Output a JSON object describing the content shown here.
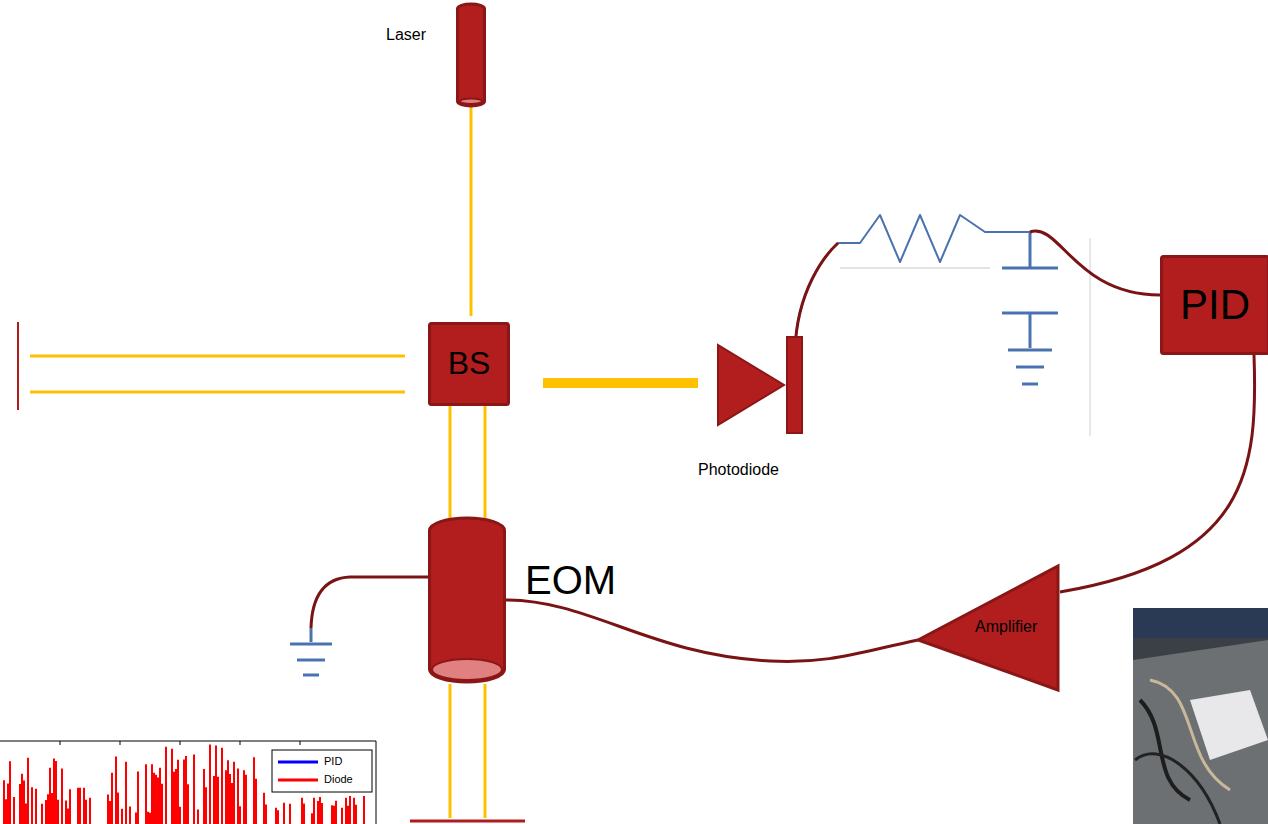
{
  "diagram": {
    "nodes": [
      {
        "text": [
          "Laser"
        ]
      },
      {
        "text": [
          "BS"
        ]
      },
      {
        "text": [
          "Photodiode"
        ]
      },
      {
        "text": [
          "PID"
        ]
      },
      {
        "text": [
          "EOM"
        ]
      },
      {
        "text": [
          "Amplifier"
        ]
      }
    ],
    "edges": [
      {
        "from": 0,
        "to": 1,
        "arrow": "none"
      },
      {
        "from": 1,
        "to": 2,
        "arrow": "none"
      },
      {
        "from": 2,
        "to": 3,
        "arrow": "none"
      },
      {
        "from": 3,
        "to": 5,
        "arrow": "none"
      },
      {
        "from": 5,
        "to": 4,
        "arrow": "none"
      },
      {
        "from": 1,
        "to": 4,
        "arrow": "none"
      }
    ],
    "legend": [
      {
        "text": "PID"
      },
      {
        "text": "Diode"
      }
    ]
  }
}
